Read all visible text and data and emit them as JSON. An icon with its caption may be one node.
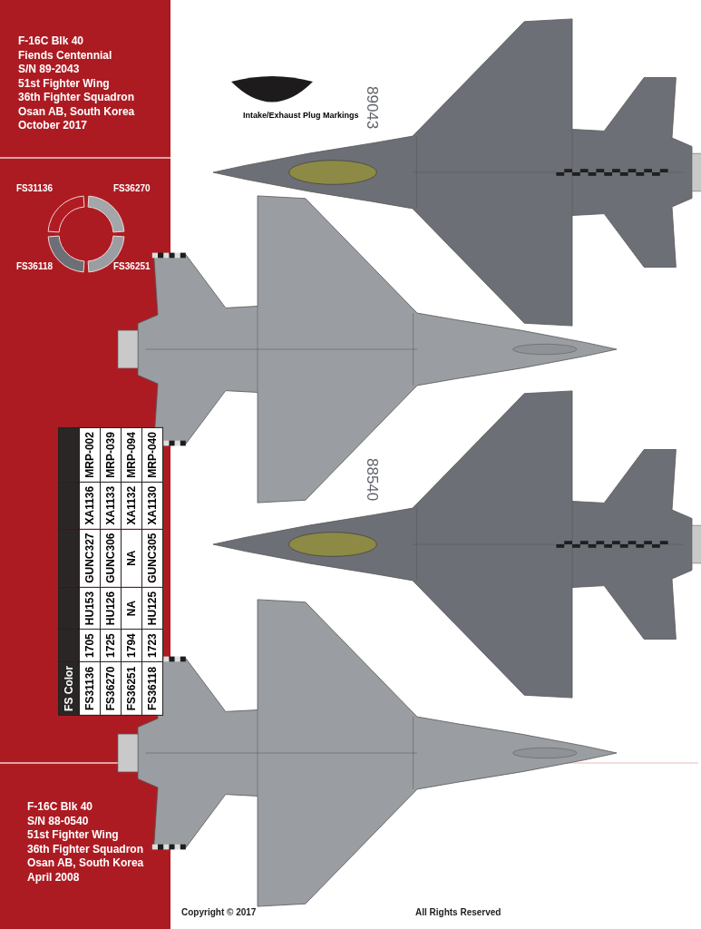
{
  "diagram": {
    "labels": [
      "F-16C Blk 40",
      "Fiends Centennial",
      "S/N 89-2043",
      "51st Fighter Wing",
      "36th Fighter Squadron",
      "Osan AB, South Korea",
      "October 2017",
      "Intake/Exhaust Plug Markings",
      "89043",
      "88540",
      "FS Color",
      "FS31136",
      "1705",
      "HU153",
      "GUNC327",
      "XA1136",
      "MRP-002",
      "FS36270",
      "1725",
      "HU126",
      "GUNC306",
      "XA1133",
      "MRP-039",
      "FS36251",
      "1794",
      "NA",
      "NA",
      "XA1132",
      "MRP-094",
      "FS36118",
      "1723",
      "HU125",
      "GUNC305",
      "XA1130",
      "MRP-040",
      "F-16C Blk 40",
      "S/N 88-0540",
      "51st Fighter Wing",
      "36th Fighter Squadron",
      "Osan AB, South Korea",
      "April 2008",
      "Copyright © 2017",
      "All Rights Reserved"
    ],
    "legend": [
      {
        "text": "FS31136",
        "color": "#b01c22"
      },
      {
        "text": "FS36270",
        "color": "#a3a6aa"
      },
      {
        "text": "FS36118",
        "color": "#6c6f75"
      },
      {
        "text": "FS36251",
        "color": "#9a9ea3"
      }
    ]
  }
}
